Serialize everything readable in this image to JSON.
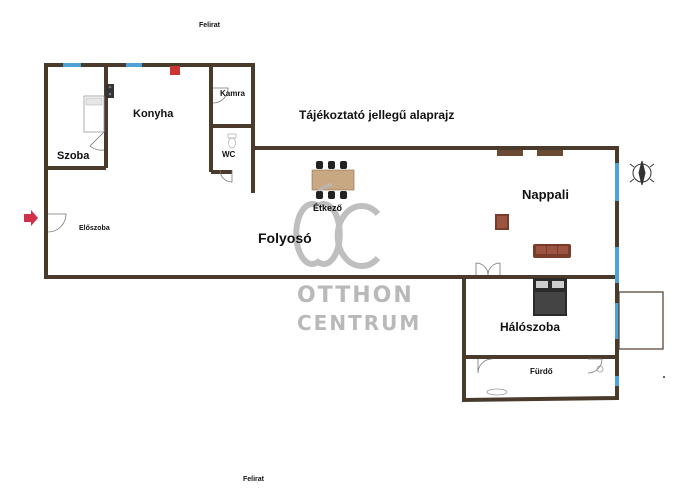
{
  "labels": {
    "top_caption": "Felirat",
    "bottom_caption": "Felirat",
    "plan_title": "Tájékoztató jellegű alaprajz",
    "room_szoba": "Szoba",
    "room_konyha": "Konyha",
    "room_kamra": "Kamra",
    "room_wc": "WC",
    "room_eloszoba": "Előszoba",
    "room_folyoso": "Folyosó",
    "room_etkezo": "Étkező",
    "room_nappali": "Nappali",
    "room_haloszoba": "Hálószoba",
    "room_furdo": "Fürdő"
  },
  "watermark": {
    "logo": "ÓC",
    "line1": "OTTHON",
    "line2": "CENTRUM"
  },
  "colors": {
    "wall": "#4a3a2c",
    "window": "#4da3d8",
    "heater": "#cc3333",
    "entrance_arrow": "#d0304a",
    "watermark": "#b9b9b9",
    "sofa": "#7a3b2a",
    "table": "#c8a882"
  },
  "icons": [
    "entrance-arrow-icon",
    "compass-icon",
    "bed-icon",
    "dining-table-icon",
    "sofa-icon",
    "armchair-icon",
    "stove-icon",
    "toilet-icon",
    "tv-cabinet-icon",
    "bathtub-icon",
    "sink-icon"
  ]
}
